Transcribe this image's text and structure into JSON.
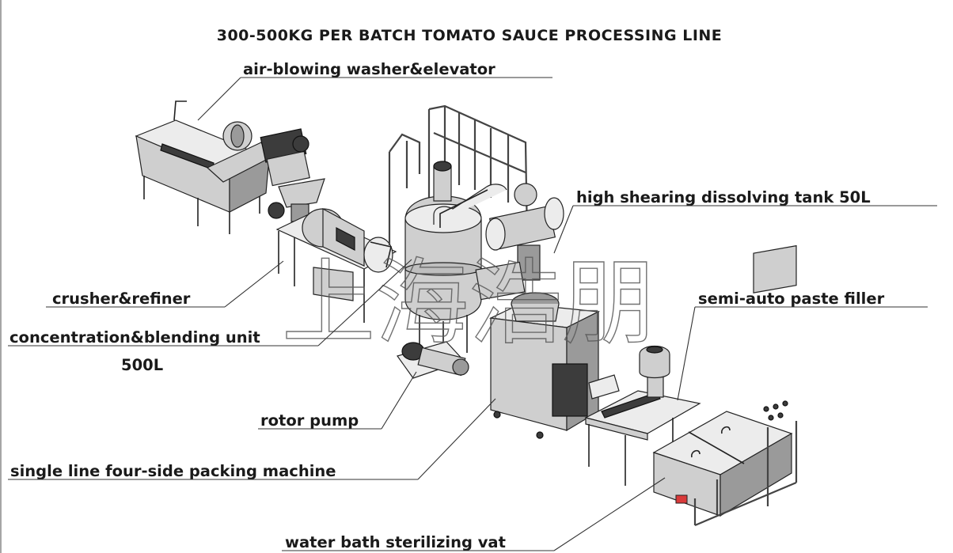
{
  "title": "300-500KG PER BATCH TOMATO SAUCE PROCESSING LINE",
  "watermark": "上海浩朋",
  "labels": {
    "washer": "air-blowing washer&elevator",
    "crusher": "crusher&refiner",
    "concentration": "concentration&blending unit",
    "concentration_capacity": "500L",
    "rotor_pump": "rotor pump",
    "packing": "single line four-side packing machine",
    "shearing": "high shearing dissolving tank 50L",
    "filler": "semi-auto paste filler",
    "water_bath": "water bath sterilizing vat"
  },
  "colors": {
    "text": "#1a1a1a",
    "machine_fill": "#cfcfcf",
    "machine_dark": "#3c3c3c",
    "background": "#ffffff"
  }
}
